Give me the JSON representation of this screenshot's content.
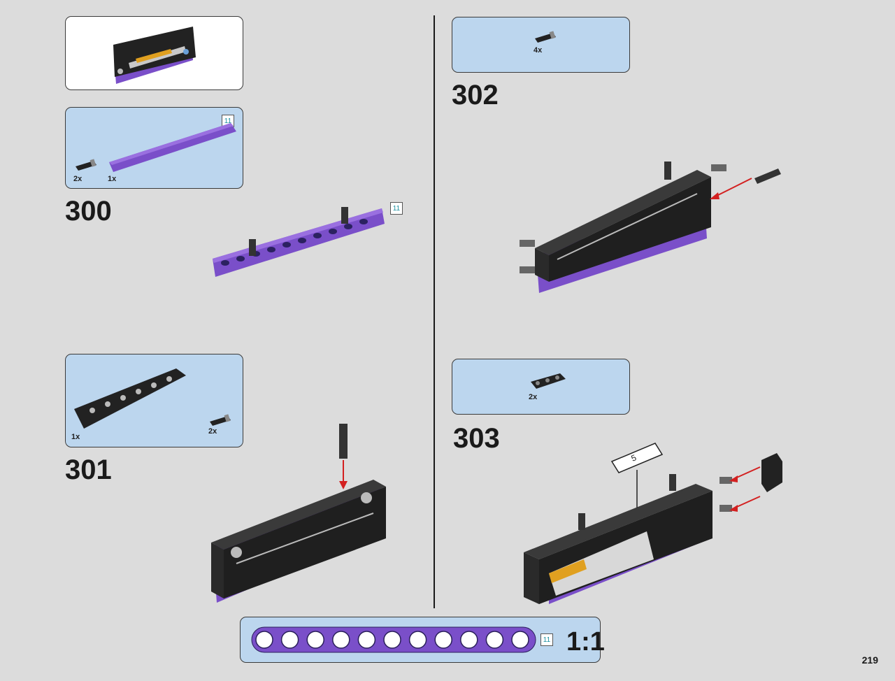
{
  "page_number": "219",
  "steps": {
    "s300": {
      "number": "300"
    },
    "s301": {
      "number": "301"
    },
    "s302": {
      "number": "302"
    },
    "s303": {
      "number": "303"
    }
  },
  "parts": {
    "s300": {
      "pin_qty": "2x",
      "beam_qty": "1x",
      "beam_length": "11"
    },
    "s300_model": {
      "beam_length": "11"
    },
    "s301": {
      "panel_qty": "1x",
      "pin_qty": "2x"
    },
    "s302": {
      "pin_qty": "4x"
    },
    "s303": {
      "beam_qty": "2x",
      "callout_number": "5"
    }
  },
  "scale_bar": {
    "length_label": "11",
    "ratio": "1:1",
    "holes": 11
  },
  "colors": {
    "background": "#dcdcdc",
    "parts_box": "#bcd6ee",
    "purple": "#7a4fc9",
    "black_part": "#222222",
    "arrow": "#d32020"
  }
}
